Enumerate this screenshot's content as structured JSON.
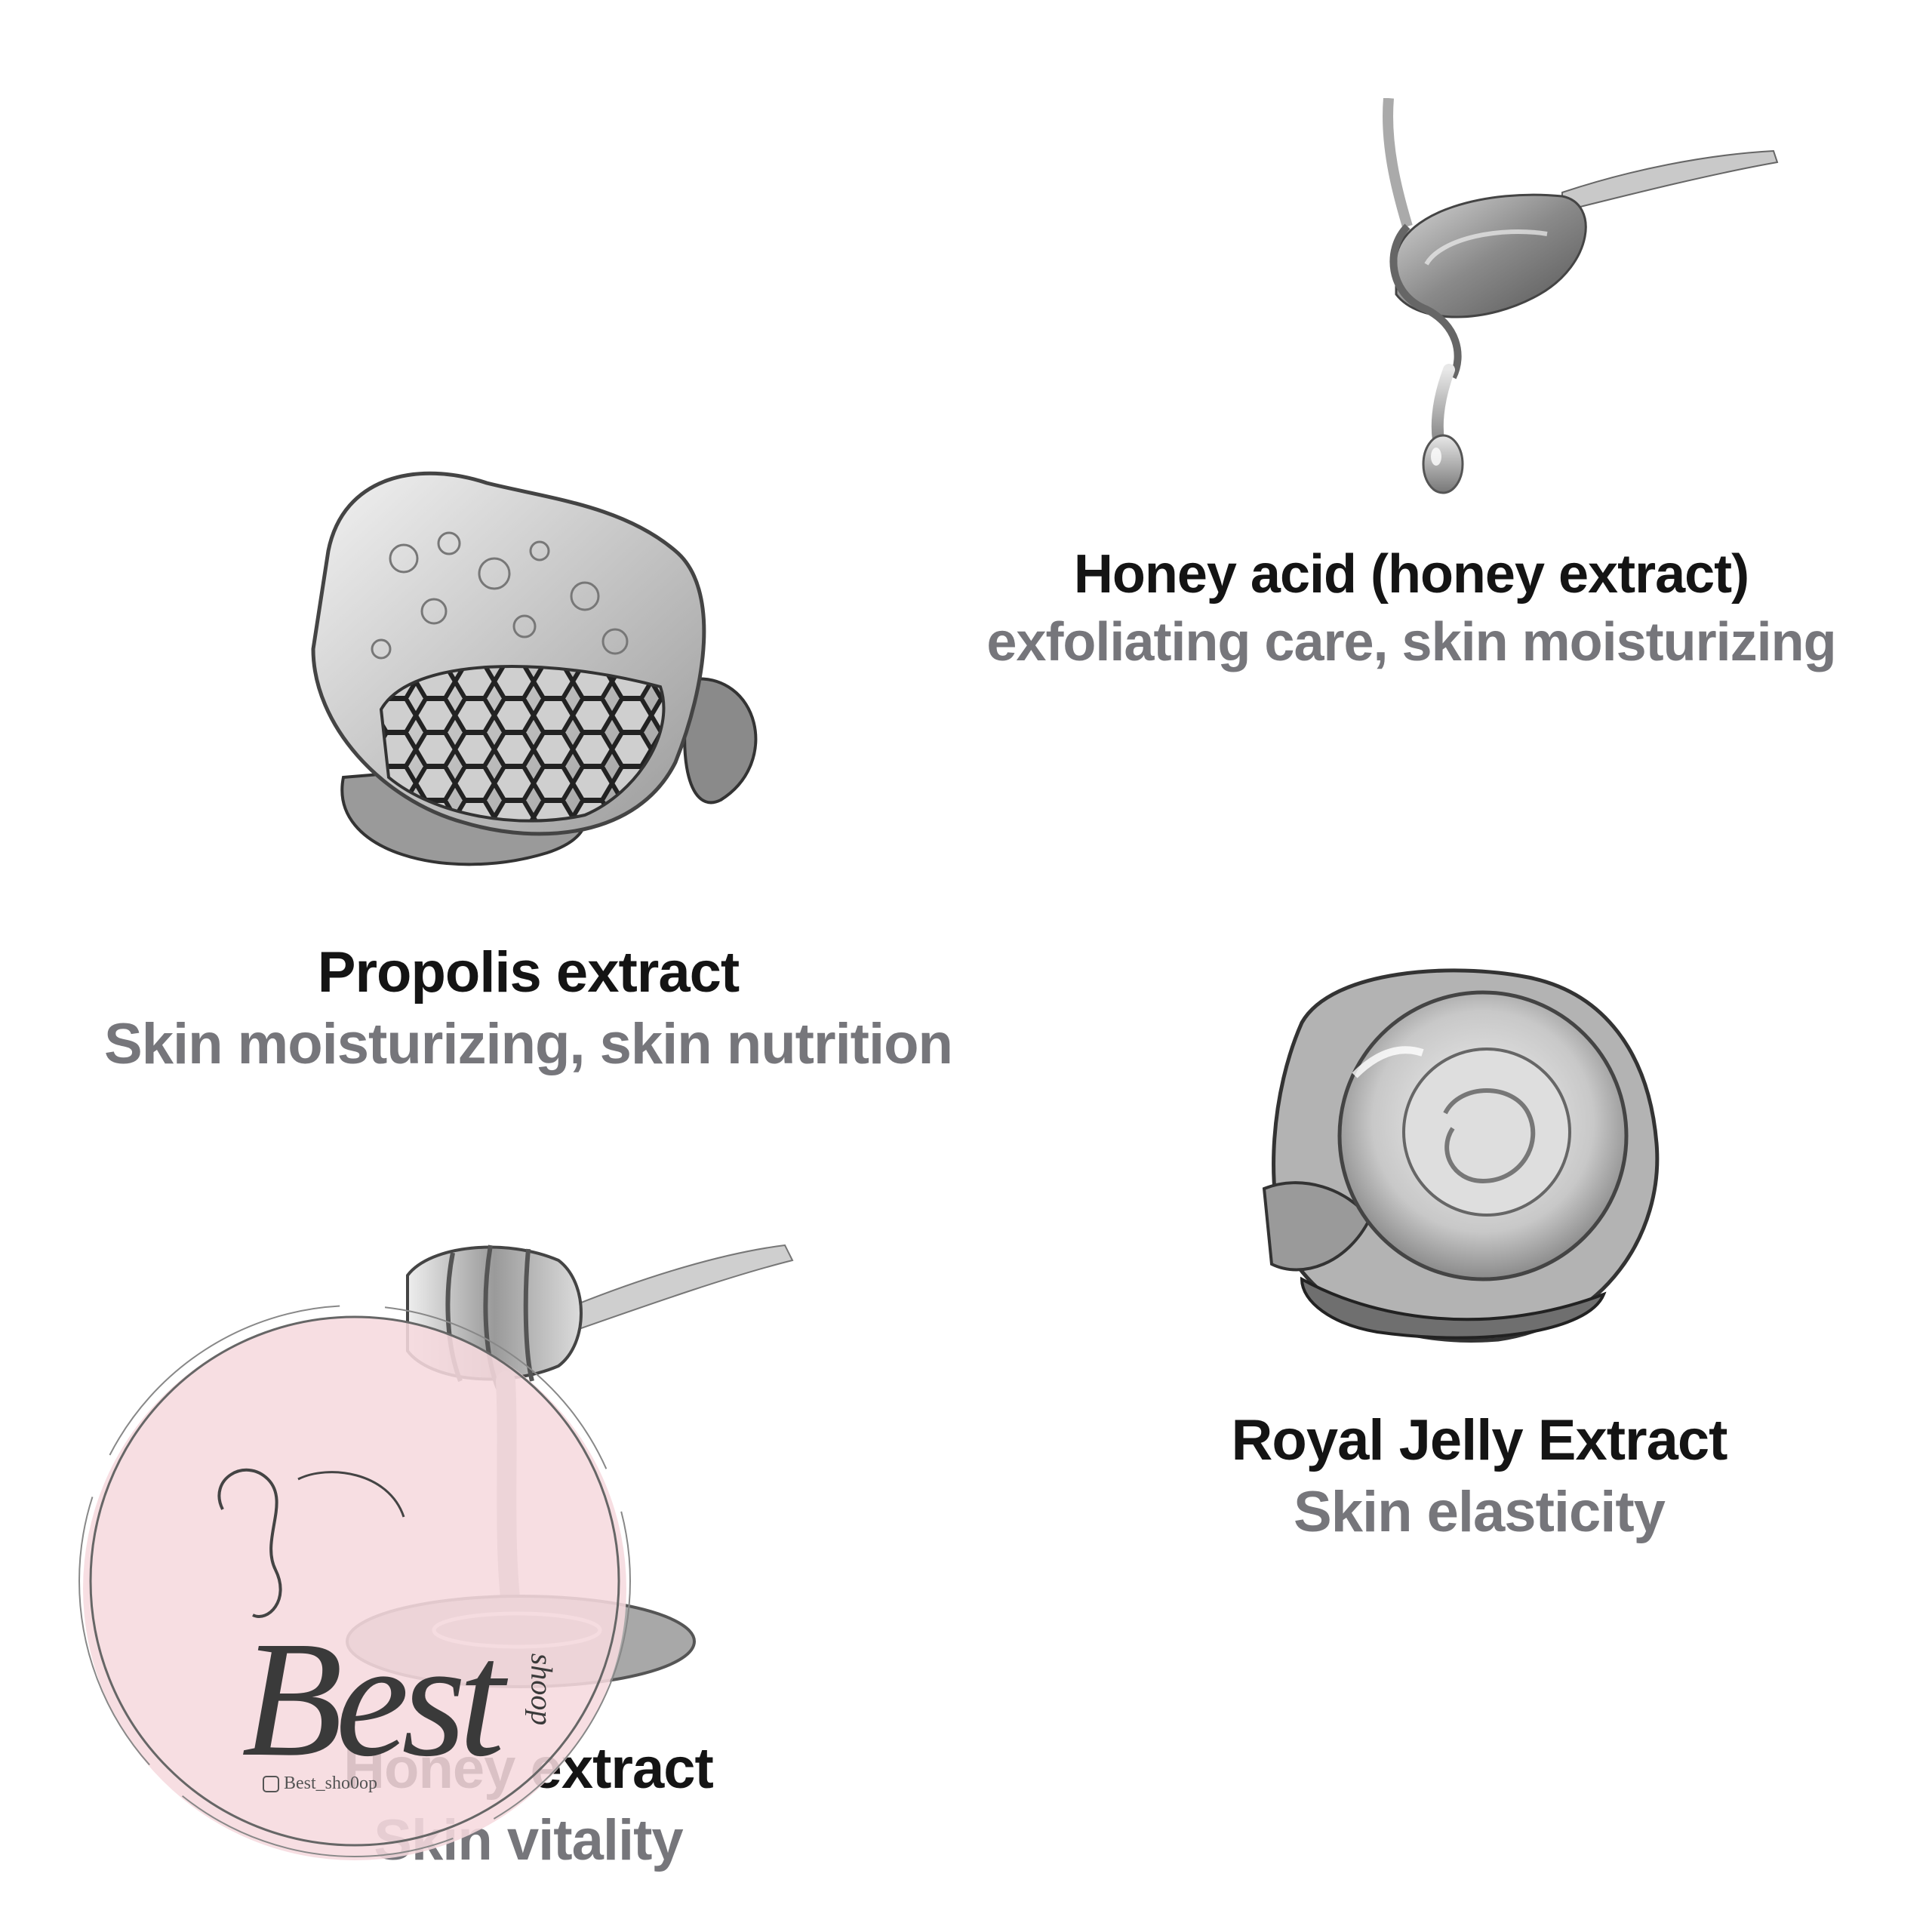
{
  "ingredients": [
    {
      "id": "honey-acid",
      "title": "Honey acid  (honey extract)",
      "subtitle": "exfoliating care, skin moisturizing",
      "icon": "honey-spoon-icon"
    },
    {
      "id": "propolis",
      "title": "Propolis extract",
      "subtitle": "Skin moisturizing, skin nutrition",
      "icon": "honeycomb-icon"
    },
    {
      "id": "royal-jelly",
      "title": "Royal Jelly Extract",
      "subtitle": "Skin elasticity",
      "icon": "royal-jelly-cell-icon"
    },
    {
      "id": "honey",
      "title": "Honey extract",
      "subtitle": "Skin vitality",
      "icon": "honey-dipper-icon"
    }
  ],
  "watermark": {
    "brand": "Best",
    "script": "shoop",
    "handle": "Best_sho0op",
    "icon": "instagram-icon",
    "circle_color": "#f6d9de"
  },
  "colors": {
    "title": "#141414",
    "subtitle": "#76767b"
  }
}
